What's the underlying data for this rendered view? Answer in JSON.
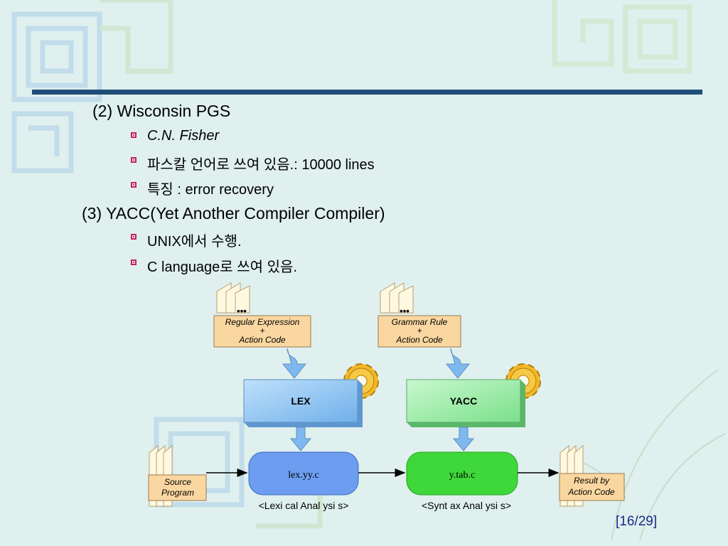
{
  "slide": {
    "items": [
      {
        "text": "(2) Wisconsin PGS",
        "level": 1
      },
      {
        "text": "C.N. Fisher",
        "level": 2,
        "italic": true
      },
      {
        "text": "파스칼 언어로 쓰여 있음.: 10000 lines",
        "level": 2
      },
      {
        "text": "특징 : error recovery",
        "level": 2
      },
      {
        "text": "(3) YACC(Yet Another Compiler Compiler)",
        "level": 1
      },
      {
        "text": "UNIX에서 수행.",
        "level": 2
      },
      {
        "text": "C language로 쓰여 있음.",
        "level": 2
      }
    ],
    "page": "[16/29]"
  },
  "diagram": {
    "lex_input": {
      "dots": "•••",
      "line1": "Regular Expression",
      "line2": "+",
      "line3": "Action Code"
    },
    "yacc_input": {
      "dots": "•••",
      "line1": "Grammar Rule",
      "line2": "+",
      "line3": "Action Code"
    },
    "lex_box": "LEX",
    "yacc_box": "YACC",
    "lex_output": "lex.yy.c",
    "yacc_output": "y.tab.c",
    "source": {
      "line1": "Source",
      "line2": "Program"
    },
    "result": {
      "line1": "Result by",
      "line2": "Action Code"
    },
    "lex_caption": "<Lexi cal  Anal ysi s>",
    "yacc_caption": "<Synt ax  Anal ysi s>"
  },
  "colors": {
    "rule": "#1f4e79",
    "bullet": "#c0245c",
    "lex_box": "#8fc4f2",
    "yacc_box": "#9ef0a8",
    "lex_file": "#6d9df0",
    "yacc_file": "#3fd83a",
    "note": "#fad7a0",
    "gear": "#f2b829"
  }
}
